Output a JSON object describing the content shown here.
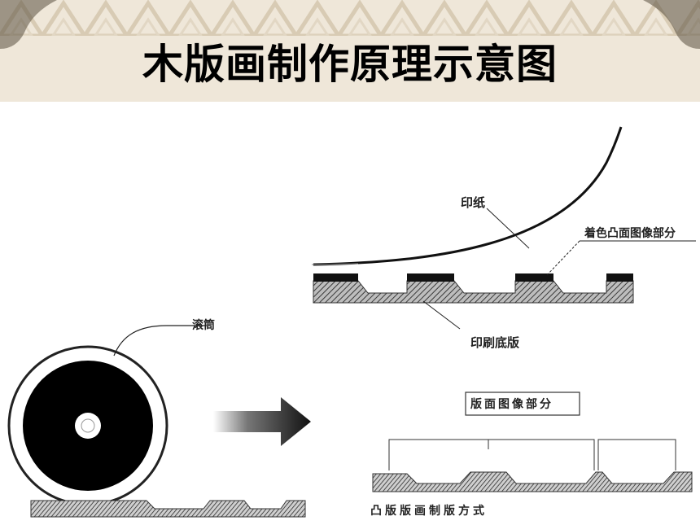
{
  "title": "木版画制作原理示意图",
  "labels": {
    "paper": "印纸",
    "inked_relief": "着色凸面图像部分",
    "printing_block": "印刷底版",
    "roller": "滚筒",
    "relief_image_area": "版面图像部分",
    "relief_method": "凸版版画制版方式"
  },
  "colors": {
    "header_bg": "#efe7d9",
    "header_pattern": "#d8cbb4",
    "ink": "#111111",
    "hatch": "#555555"
  }
}
